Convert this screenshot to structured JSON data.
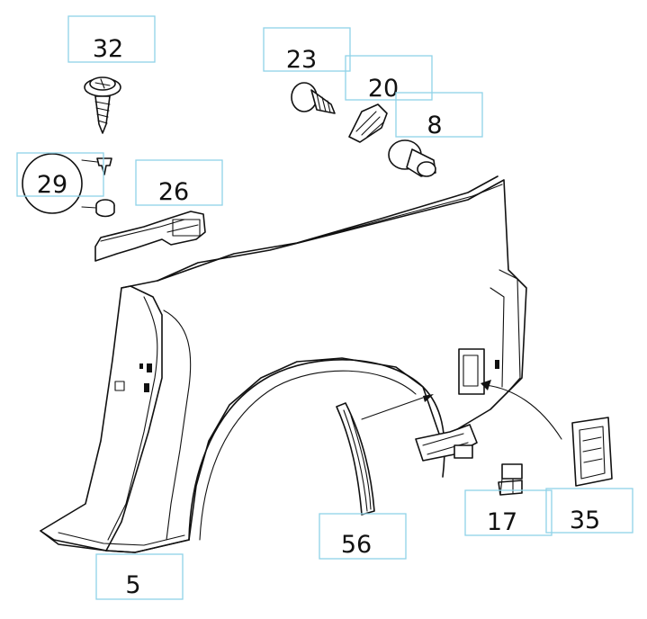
{
  "callouts": {
    "c32": "32",
    "c23": "23",
    "c20": "20",
    "c8": "8",
    "c29": "29",
    "c26": "26",
    "c56": "56",
    "c17": "17",
    "c35": "35",
    "c5": "5"
  },
  "colors": {
    "callout_box": "#8fd3e8",
    "line": "#111111",
    "background": "#ffffff"
  }
}
